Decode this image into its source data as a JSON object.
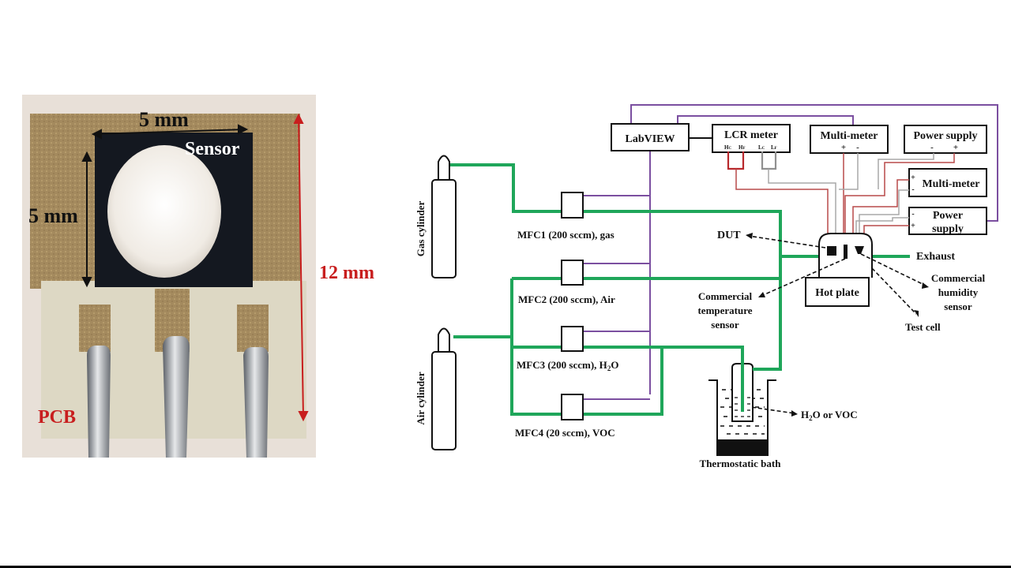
{
  "photo": {
    "labels": {
      "width": "5 mm",
      "height": "5 mm",
      "sensor": "Sensor",
      "total": "12 mm",
      "pcb": "PCB"
    }
  },
  "diagram": {
    "instruments": {
      "labview": "LabVIEW",
      "lcr_meter": "LCR meter",
      "lcr_terminals": [
        "H",
        "C",
        "H",
        "F",
        "L",
        "C",
        "L",
        "F"
      ],
      "multimeter_top": "Multi-meter",
      "multimeter_top_terms": [
        "+",
        "-"
      ],
      "power_supply_top": "Power supply",
      "power_supply_top_terms": [
        "-",
        "+"
      ],
      "multimeter_side": "Multi-meter",
      "multimeter_side_terms": [
        "+",
        "-"
      ],
      "power_supply_side_line1": "Power",
      "power_supply_side_line2": "supply",
      "power_supply_side_terms": [
        "-",
        "+"
      ]
    },
    "cylinders": {
      "gas": "Gas cylinder",
      "air": "Air cylinder"
    },
    "mfcs": [
      {
        "label": "MFC1 (200 sccm), gas"
      },
      {
        "label": "MFC2 (200 sccm), Air"
      },
      {
        "label_main": "MFC3 (200 sccm), H",
        "label_sub": "2",
        "label_tail": "O"
      },
      {
        "label": "MFC4 (20 sccm), VOC"
      }
    ],
    "annotations": {
      "dut": "DUT",
      "exhaust": "Exhaust",
      "hot_plate": "Hot plate",
      "temp_sensor": [
        "Commercial",
        "temperature",
        "sensor"
      ],
      "humidity_sensor": [
        "Commercial",
        "humidity",
        "sensor"
      ],
      "test_cell": "Test cell",
      "h2o_voc_main": "H",
      "h2o_voc_sub": "2",
      "h2o_voc_tail": "O or VOC",
      "bath": "Thermostatic bath"
    },
    "colors": {
      "gas_line": "#1fa65a",
      "control_line": "#7b4fa0",
      "red_wire": "#b84a4a",
      "grey_wire": "#a8a8a8",
      "dim_label": "#c81e1e"
    }
  }
}
